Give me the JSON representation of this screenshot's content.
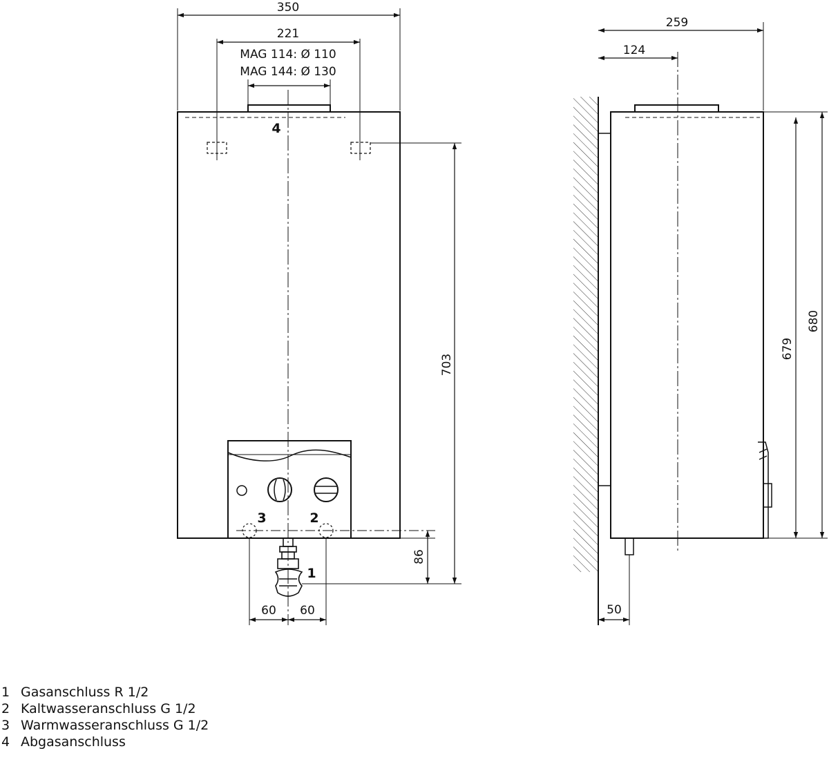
{
  "dimensions": {
    "front_width": "350",
    "flue_spacing": "221",
    "mag114": "MAG 114: Ø 110",
    "mag144": "MAG 144: Ø 130",
    "height_703": "703",
    "height_86": "86",
    "offset_left": "60",
    "offset_right": "60",
    "side_depth": "259",
    "side_flue": "124",
    "side_height_679": "679",
    "side_height_680": "680",
    "side_50": "50"
  },
  "callouts": {
    "c1": "1",
    "c2": "2",
    "c3": "3",
    "c4": "4"
  },
  "legend": [
    {
      "num": "1",
      "label": "Gasanschluss R 1/2"
    },
    {
      "num": "2",
      "label": "Kaltwasseranschluss G 1/2"
    },
    {
      "num": "3",
      "label": "Warmwasseranschluss G 1/2"
    },
    {
      "num": "4",
      "label": "Abgasanschluss"
    }
  ]
}
